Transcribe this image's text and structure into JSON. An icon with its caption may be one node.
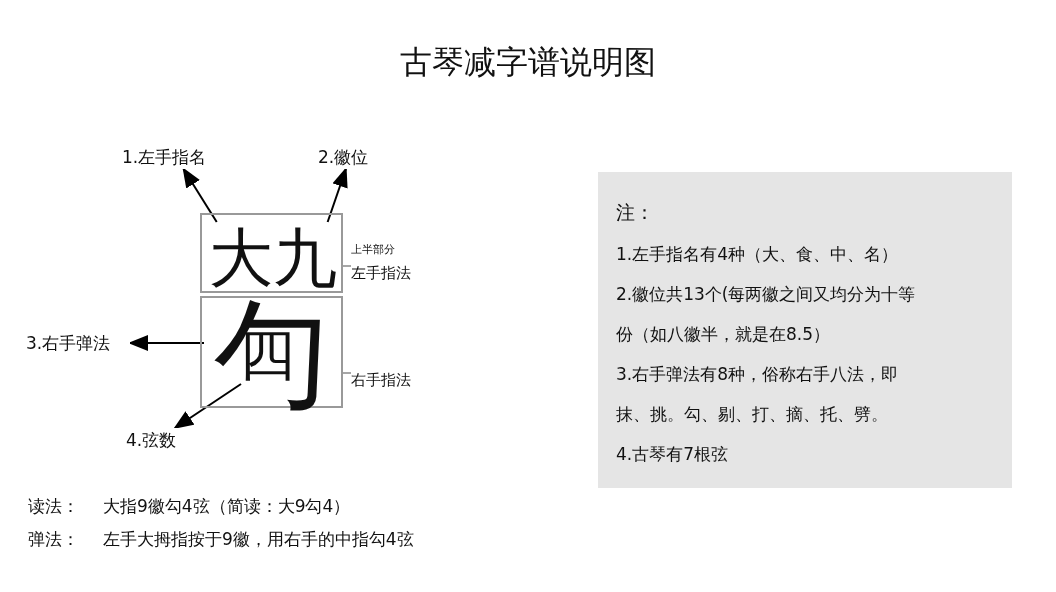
{
  "diagram": {
    "title": "古琴减字谱说明图",
    "nodes": [
      {
        "text": [],
        "shape": "box",
        "beside": [
          "上半部分",
          "左手指法"
        ]
      },
      {
        "text": [
          "大"
        ],
        "in": 0
      },
      {
        "text": [
          "九"
        ],
        "in": 0
      },
      {
        "text": [],
        "shape": "box",
        "beside": [
          "右手指法"
        ]
      },
      {
        "text": [
          "勹"
        ],
        "in": 3
      },
      {
        "text": [
          "四"
        ],
        "in": 3
      },
      {
        "text": [
          "1.左手指名"
        ]
      },
      {
        "text": [
          "2.徽位"
        ]
      },
      {
        "text": [
          "3.右手弹法"
        ]
      },
      {
        "text": [
          "4.弦数"
        ]
      },
      {
        "text": [
          "注：",
          "1.左手指名有4种（大、食、中、名）",
          "2.徽位共13个(每两徽之间又均分为十等份（如八徽半，就是在8.5）",
          "3.右手弹法有8种，俗称右手八法，即抹、挑。勾、剔、打、摘、托、劈。",
          "4.古琴有7根弦"
        ]
      }
    ],
    "edges": [
      {
        "from": 1,
        "to": 6,
        "arrow": "to"
      },
      {
        "from": 2,
        "to": 7,
        "arrow": "to"
      },
      {
        "from": 4,
        "to": 8,
        "arrow": "to"
      },
      {
        "from": 5,
        "to": 9,
        "arrow": "to"
      }
    ],
    "labels": [
      "读法：",
      "大指9徽勾4弦（简读：大9勾4）",
      "弹法：",
      "左手大拇指按于9徽，用右手的中指勾4弦"
    ]
  }
}
